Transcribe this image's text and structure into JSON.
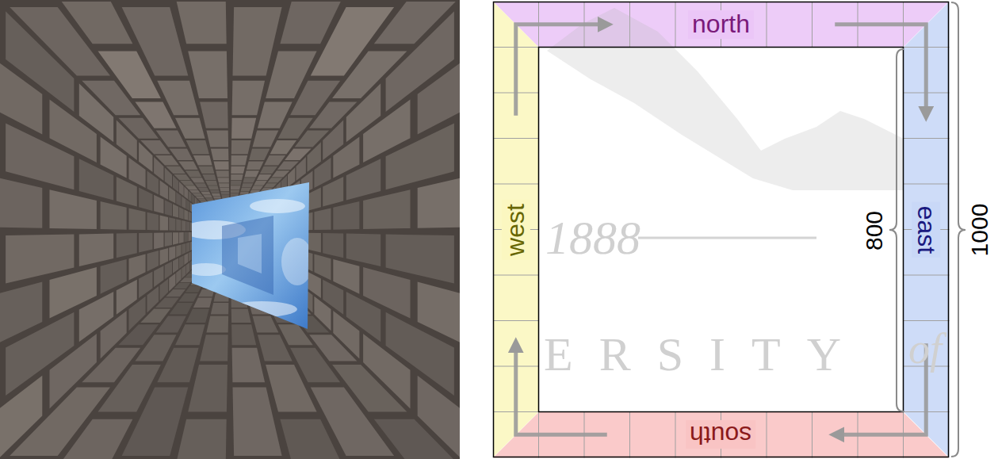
{
  "diagram": {
    "nodes": [
      {
        "text": [
          "north"
        ]
      },
      {
        "text": [
          "west"
        ]
      },
      {
        "text": [
          "east"
        ]
      },
      {
        "text": [
          "south"
        ]
      }
    ],
    "edges": [
      {
        "from": 0,
        "to": 2,
        "arrow": "to"
      },
      {
        "from": 2,
        "to": 3,
        "arrow": "to"
      },
      {
        "from": 3,
        "to": 1,
        "arrow": "to"
      },
      {
        "from": 1,
        "to": 0,
        "arrow": "to"
      }
    ],
    "labels": [
      "800",
      "1000",
      "1888",
      "ERSITY",
      "of"
    ]
  }
}
